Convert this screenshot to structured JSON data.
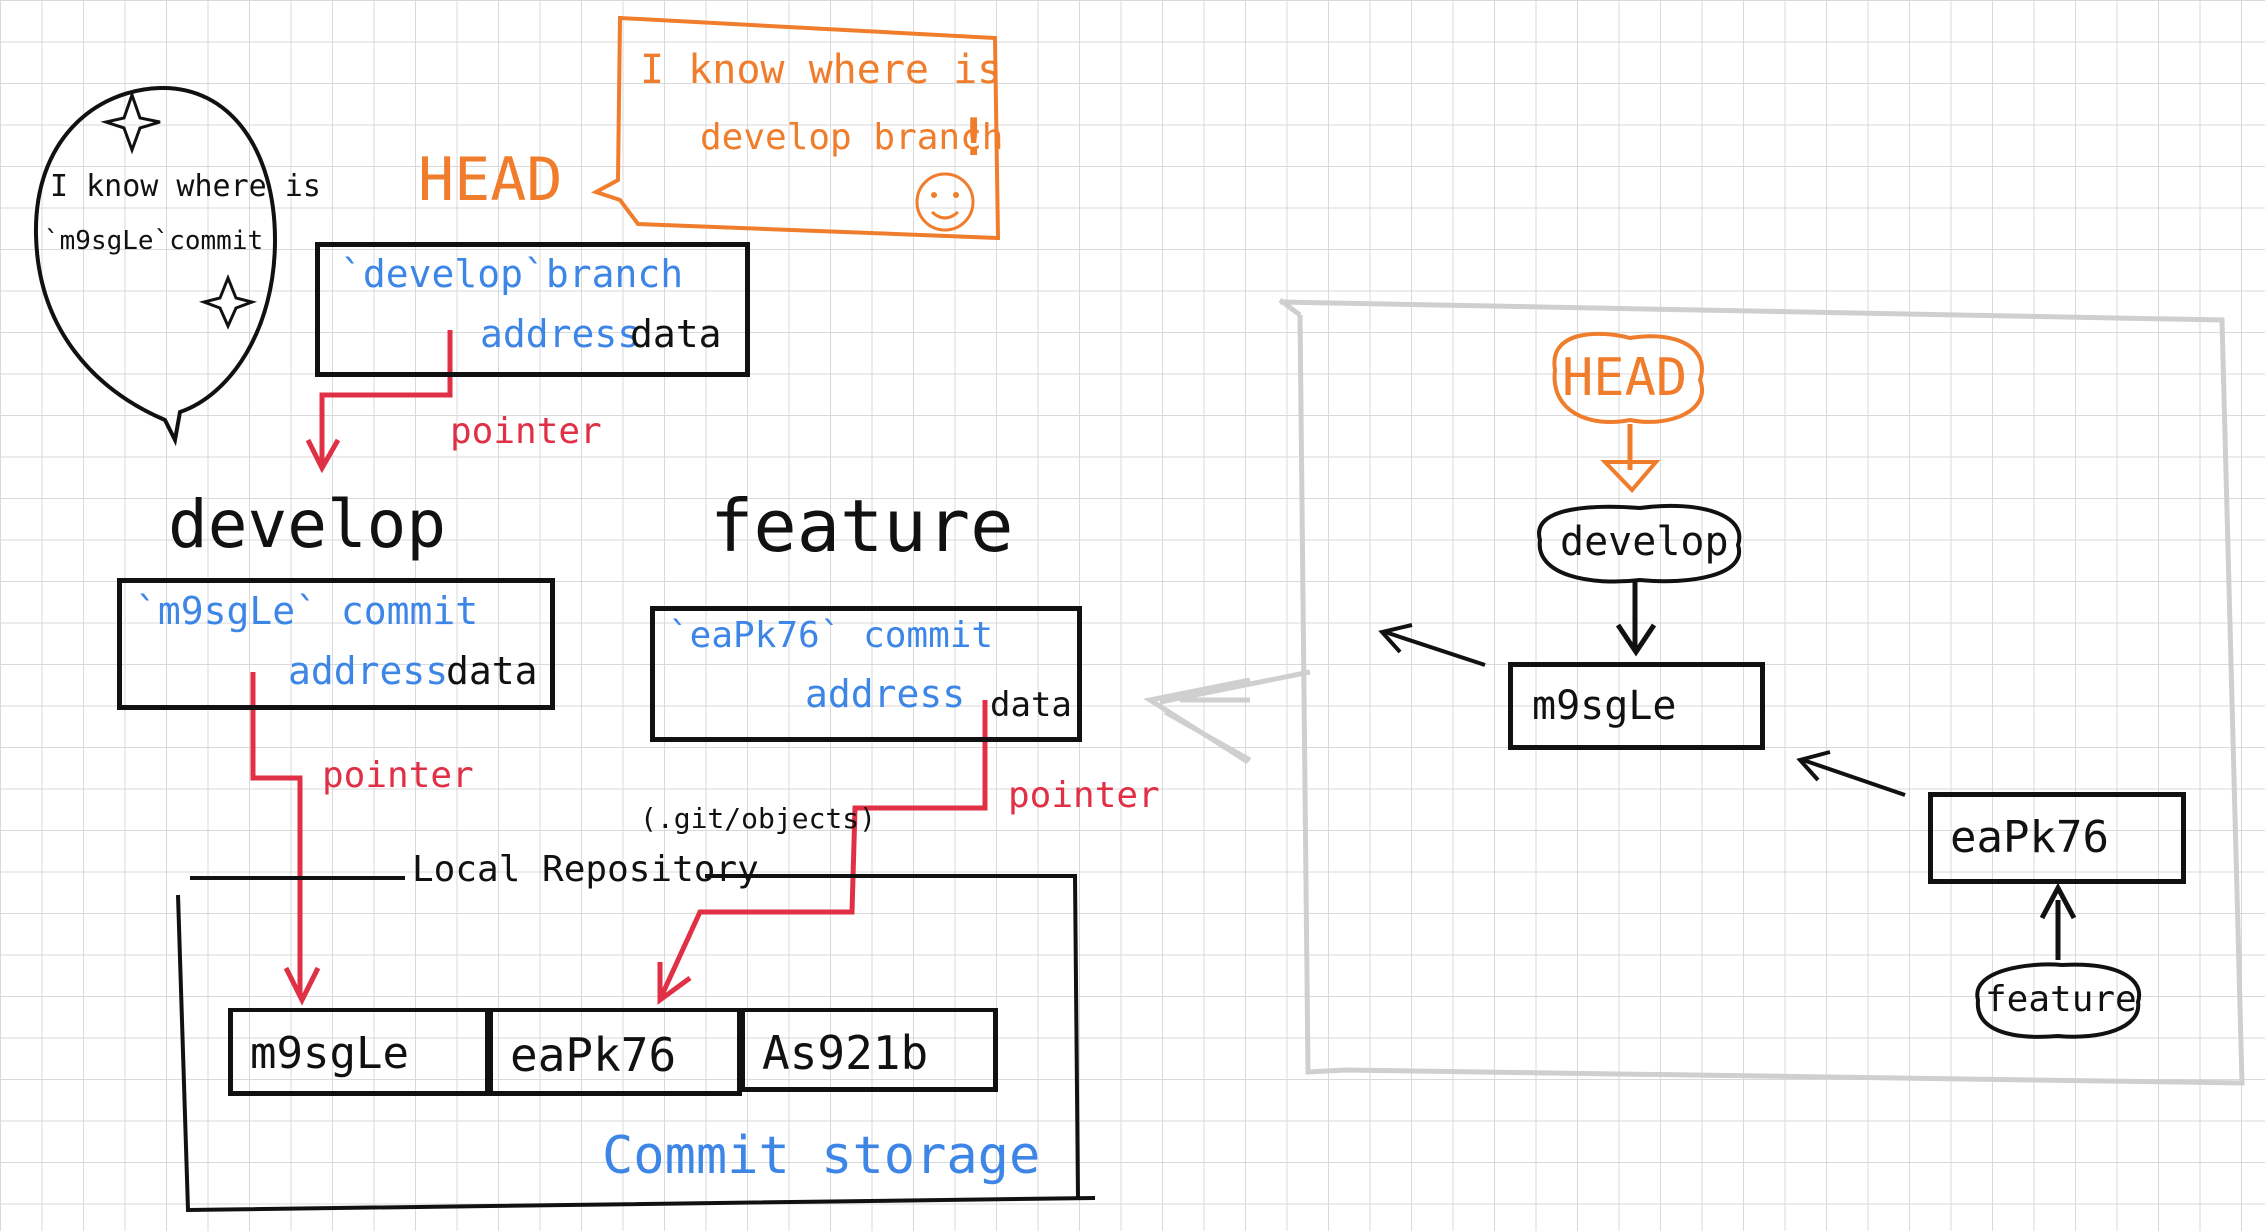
{
  "left": {
    "bubble_text": [
      "I know where is",
      "`m9sgLe`commit"
    ],
    "head_label": "HEAD",
    "head_callout": [
      "I know where is",
      "develop branch"
    ],
    "develop_branch_box": {
      "line1": "`develop`branch",
      "address": "address",
      "data": "data"
    },
    "pointer_label": "pointer",
    "develop_label": "develop",
    "feature_label": "feature",
    "develop_commit_box": {
      "line1": "`m9sgLe` commit",
      "address": "address",
      "data": "data"
    },
    "feature_commit_box": {
      "line1": "`eaPk76` commit",
      "address": "address",
      "data": "data"
    },
    "git_objects_label": "(.git/objects)",
    "local_repo_label": "Local Repository",
    "commits": [
      "m9sgLe",
      "eaPk76",
      "As921b"
    ],
    "commit_storage_label": "Commit storage"
  },
  "right": {
    "head_label": "HEAD",
    "develop_label": "develop",
    "commit_1": "m9sgLe",
    "commit_2": "eaPk76",
    "feature_label": "feature"
  },
  "colors": {
    "black": "#111111",
    "blue": "#3d86e6",
    "red": "#e03046",
    "orange": "#ef7d2c",
    "gray": "#cfcfcf"
  }
}
